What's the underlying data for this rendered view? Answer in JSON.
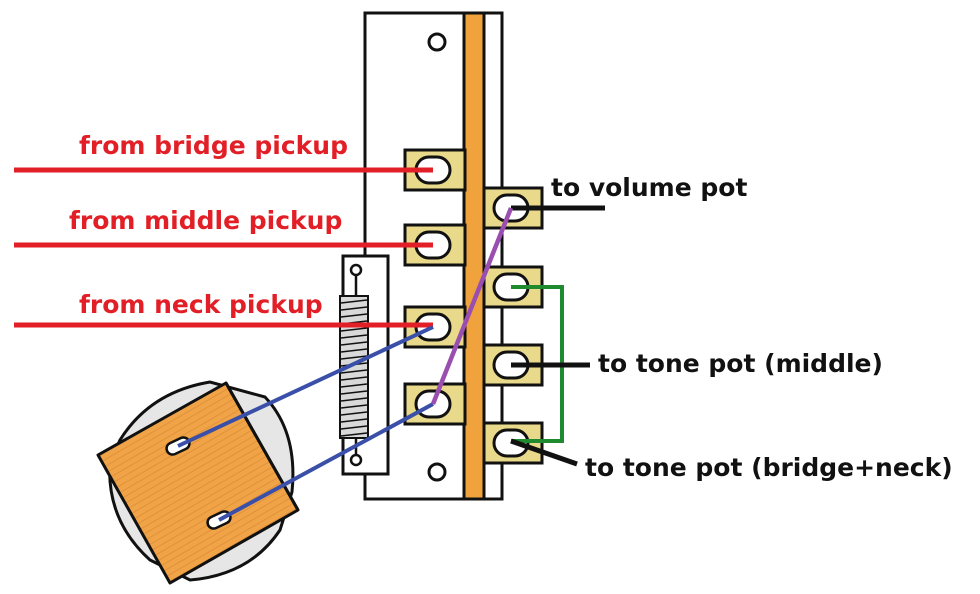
{
  "labels": {
    "from_bridge": "from bridge pickup",
    "from_middle": "from middle pickup",
    "from_neck": "from neck pickup",
    "to_volume": "to volume pot",
    "to_tone_middle": "to tone pot (middle)",
    "to_tone_bridge_neck": "to tone pot (bridge+neck)"
  },
  "colors": {
    "pickup_wire": "#e21f26",
    "neck_wires": "#3a4fa8",
    "volume_wire": "#9a4fb0",
    "tone_jumper": "#1f8a2e",
    "lug": "#e9d98a",
    "switch_spine": "#f0a23c",
    "capacitor": "#f0a447"
  }
}
